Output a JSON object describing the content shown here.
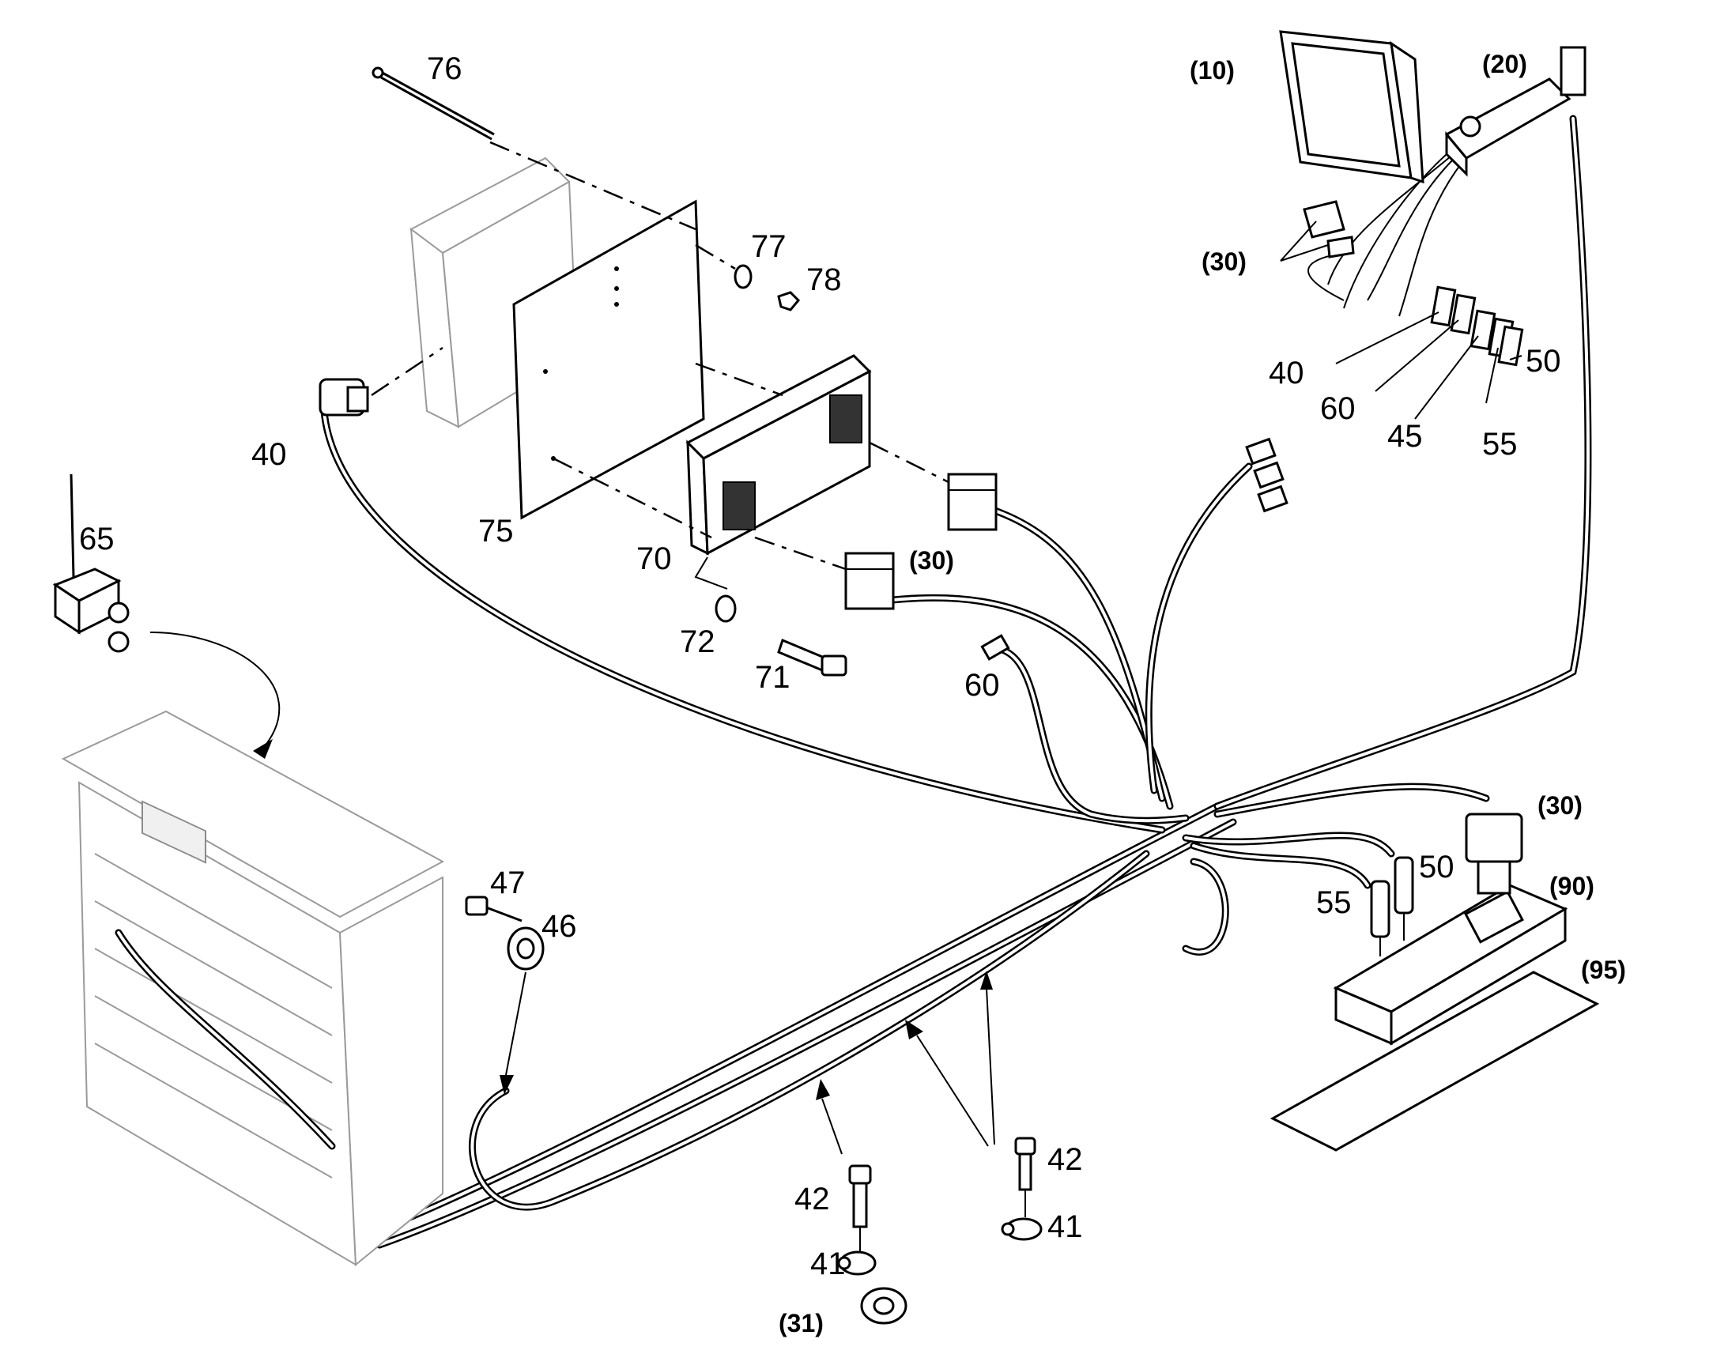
{
  "labels": {
    "l76": "76",
    "l77": "77",
    "l78": "78",
    "l75": "75",
    "l40a": "40",
    "l70": "70",
    "l30a": "(30)",
    "l72": "72",
    "l71": "71",
    "l60a": "60",
    "l65": "65",
    "l10": "(10)",
    "l20": "(20)",
    "l30b": "(30)",
    "l40b": "40",
    "l60b": "60",
    "l45": "45",
    "l50a": "50",
    "l55a": "55",
    "l30c": "(30)",
    "l90": "(90)",
    "l95": "(95)",
    "l50b": "50",
    "l55b": "55",
    "l47": "47",
    "l46": "46",
    "l42a": "42",
    "l41a": "41",
    "l31": "(31)",
    "l42b": "42",
    "l41b": "41"
  }
}
